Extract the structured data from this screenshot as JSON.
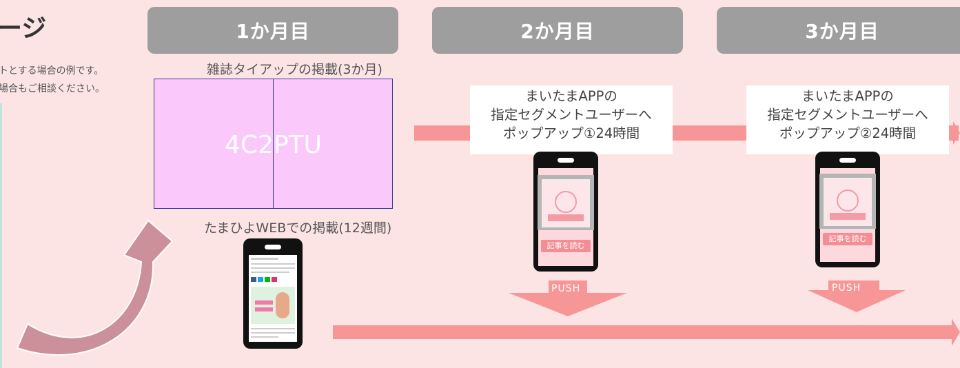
{
  "title_fragment": "ージ",
  "notes": [
    "トとする場合の例です。",
    "場合もご相談ください。"
  ],
  "months": [
    {
      "label": "1か月目"
    },
    {
      "label": "2か月目"
    },
    {
      "label": "3か月目"
    }
  ],
  "magazine": {
    "caption": "雑誌タイアップの掲載(3か月)",
    "label": "4C2PTU"
  },
  "web": {
    "caption": "たまひよWEBでの掲載(12週間)"
  },
  "popups": [
    {
      "line1": "まいたまAPPの",
      "line2": "指定セグメントユーザーへ",
      "line3": "ポップアップ①24時間",
      "button": "記事を読む",
      "push": "PUSH"
    },
    {
      "line1": "まいたまAPPの",
      "line2": "指定セグメントユーザーへ",
      "line3": "ポップアップ②24時間",
      "button": "記事を読む",
      "push": "PUSH"
    }
  ],
  "colors": {
    "background": "#fde4e4",
    "month_tab": "#9e9e9e",
    "arrow": "#f79696",
    "magazine_fill": "#fbc8fb",
    "curved_arrow": "#c98c95"
  }
}
